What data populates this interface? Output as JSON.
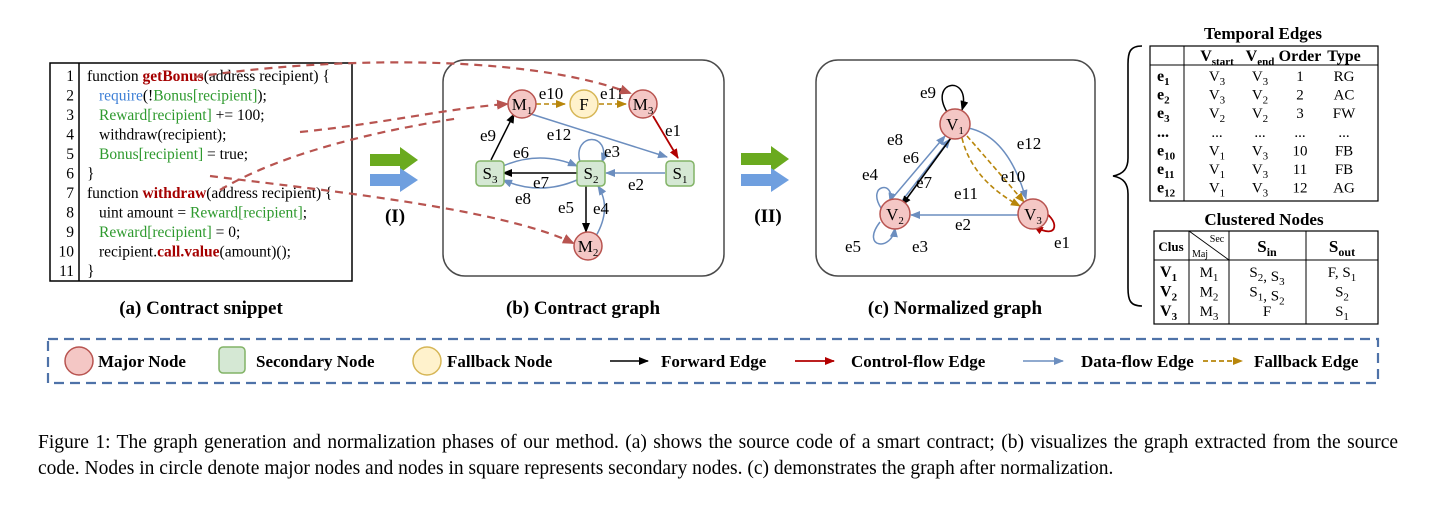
{
  "code": {
    "lines": [
      {
        "n": "1",
        "parts": [
          {
            "t": "function ",
            "c": "plain"
          },
          {
            "t": "getBonus",
            "c": "fn"
          },
          {
            "t": "(address recipient) {",
            "c": "plain"
          }
        ]
      },
      {
        "n": "2",
        "parts": [
          {
            "t": "require",
            "c": "blue"
          },
          {
            "t": "(!",
            "c": "plain"
          },
          {
            "t": "Bonus[recipient]",
            "c": "green"
          },
          {
            "t": ");",
            "c": "plain"
          }
        ]
      },
      {
        "n": "3",
        "parts": [
          {
            "t": "Reward[recipient]",
            "c": "green"
          },
          {
            "t": " += 100;",
            "c": "plain"
          }
        ]
      },
      {
        "n": "4",
        "parts": [
          {
            "t": "withdraw(recipient);",
            "c": "plain"
          }
        ]
      },
      {
        "n": "5",
        "parts": [
          {
            "t": "Bonus[recipient]",
            "c": "green"
          },
          {
            "t": " = true;",
            "c": "plain"
          }
        ]
      },
      {
        "n": "6",
        "parts": [
          {
            "t": "}",
            "c": "plain"
          }
        ]
      },
      {
        "n": "7",
        "parts": [
          {
            "t": "function ",
            "c": "plain"
          },
          {
            "t": "withdraw",
            "c": "fn"
          },
          {
            "t": "(address recipient) {",
            "c": "plain"
          }
        ]
      },
      {
        "n": "8",
        "parts": [
          {
            "t": "uint amount = ",
            "c": "plain"
          },
          {
            "t": "Reward[recipient]",
            "c": "green"
          },
          {
            "t": ";",
            "c": "plain"
          }
        ]
      },
      {
        "n": "9",
        "parts": [
          {
            "t": "Reward[recipient]",
            "c": "green"
          },
          {
            "t": " = 0;",
            "c": "plain"
          }
        ]
      },
      {
        "n": "10",
        "parts": [
          {
            "t": "recipient.",
            "c": "plain"
          },
          {
            "t": "call.value",
            "c": "fn"
          },
          {
            "t": "(amount)();",
            "c": "plain"
          }
        ]
      },
      {
        "n": "11",
        "parts": [
          {
            "t": "}",
            "c": "plain"
          }
        ]
      }
    ]
  },
  "labels": {
    "a": "(a) Contract snippet",
    "b": "(b) Contract graph",
    "c": "(c) Normalized graph",
    "phase1": "(I)",
    "phase2": "(II)"
  },
  "graph_b": {
    "nodes": {
      "M1": "M",
      "M1s": "1",
      "F": "F",
      "M3": "M",
      "M3s": "3",
      "S3": "S",
      "S3s": "3",
      "S2": "S",
      "S2s": "2",
      "S1": "S",
      "S1s": "1",
      "M2": "M",
      "M2s": "2"
    },
    "edges": {
      "e1": "e1",
      "e2": "e2",
      "e3": "e3",
      "e4": "e4",
      "e5": "e5",
      "e6": "e6",
      "e7": "e7",
      "e8": "e8",
      "e9": "e9",
      "e10": "e10",
      "e11": "e11",
      "e12": "e12"
    }
  },
  "graph_c": {
    "nodes": {
      "V1": "V",
      "V1s": "1",
      "V2": "V",
      "V2s": "2",
      "V3": "V",
      "V3s": "3"
    },
    "edges": {
      "e1": "e1",
      "e2": "e2",
      "e3": "e3",
      "e4": "e4",
      "e5": "e5",
      "e6": "e6",
      "e7": "e7",
      "e8": "e8",
      "e9": "e9",
      "e10": "e10",
      "e11": "e11",
      "e12": "e12"
    }
  },
  "temporal": {
    "title": "Temporal Edges",
    "headers": [
      {
        "t": "V",
        "s": "start"
      },
      {
        "t": "V",
        "s": "end"
      },
      {
        "t": "Order",
        "s": ""
      },
      {
        "t": "Type",
        "s": ""
      }
    ],
    "rows": [
      {
        "e": "e",
        "es": "1",
        "vs": "V",
        "vss": "3",
        "ve": "V",
        "ves": "3",
        "order": "1",
        "type": "RG"
      },
      {
        "e": "e",
        "es": "2",
        "vs": "V",
        "vss": "3",
        "ve": "V",
        "ves": "2",
        "order": "2",
        "type": "AC"
      },
      {
        "e": "e",
        "es": "3",
        "vs": "V",
        "vss": "2",
        "ve": "V",
        "ves": "2",
        "order": "3",
        "type": "FW"
      },
      {
        "e": "...",
        "es": "",
        "vs": "...",
        "vss": "",
        "ve": "...",
        "ves": "",
        "order": "...",
        "type": "..."
      },
      {
        "e": "e",
        "es": "10",
        "vs": "V",
        "vss": "1",
        "ve": "V",
        "ves": "3",
        "order": "10",
        "type": "FB"
      },
      {
        "e": "e",
        "es": "11",
        "vs": "V",
        "vss": "1",
        "ve": "V",
        "ves": "3",
        "order": "11",
        "type": "FB"
      },
      {
        "e": "e",
        "es": "12",
        "vs": "V",
        "vss": "1",
        "ve": "V",
        "ves": "3",
        "order": "12",
        "type": "AG"
      }
    ]
  },
  "clustered": {
    "title": "Clustered Nodes",
    "h_clus": "Clus",
    "h_sec": "Sec",
    "h_maj": "Maj",
    "h_sin": {
      "t": "S",
      "s": "in"
    },
    "h_sout": {
      "t": "S",
      "s": "out"
    },
    "rows": [
      {
        "v": "V",
        "vs": "1",
        "maj": "M",
        "majs": "1",
        "sin": [
          {
            "t": "S",
            "s": "2"
          },
          {
            "t": ", ",
            "s": ""
          },
          {
            "t": "S",
            "s": "3"
          }
        ],
        "sout": [
          {
            "t": "F, ",
            "s": ""
          },
          {
            "t": "S",
            "s": "1"
          }
        ]
      },
      {
        "v": "V",
        "vs": "2",
        "maj": "M",
        "majs": "2",
        "sin": [
          {
            "t": "S",
            "s": "1"
          },
          {
            "t": ", ",
            "s": ""
          },
          {
            "t": "S",
            "s": "2"
          }
        ],
        "sout": [
          {
            "t": "S",
            "s": "2"
          }
        ]
      },
      {
        "v": "V",
        "vs": "3",
        "maj": "M",
        "majs": "3",
        "sin": [
          {
            "t": "F",
            "s": ""
          }
        ],
        "sout": [
          {
            "t": "S",
            "s": "1"
          }
        ]
      }
    ]
  },
  "legend": {
    "major": "Major Node",
    "secondary": "Secondary Node",
    "fallback": "Fallback Node",
    "forward": "Forward Edge",
    "control": "Control-flow Edge",
    "dataflow": "Data-flow Edge",
    "fallback_edge": "Fallback Edge"
  },
  "caption": "Figure 1: The graph generation and normalization phases of our method. (a) shows the source code of a smart contract; (b) visualizes the graph extracted from the source code. Nodes in circle denote major nodes and nodes in square represents secondary nodes. (c) demonstrates the graph after normalization.",
  "colors": {
    "major_fill": "#f4c7c5",
    "major_stroke": "#b85450",
    "secondary_fill": "#d5e8d4",
    "secondary_stroke": "#82b366",
    "fallback_fill": "#fff2cc",
    "fallback_stroke": "#d6b656",
    "forward": "#000000",
    "control": "#b20000",
    "dataflow": "#6c8ebf",
    "fallback_edge": "#b8860b",
    "fn": "#a50000",
    "green": "#2e9a2e",
    "blue": "#3d7fd6",
    "arrow_green": "#6aaa1f",
    "arrow_blue": "#6f9fdf"
  }
}
